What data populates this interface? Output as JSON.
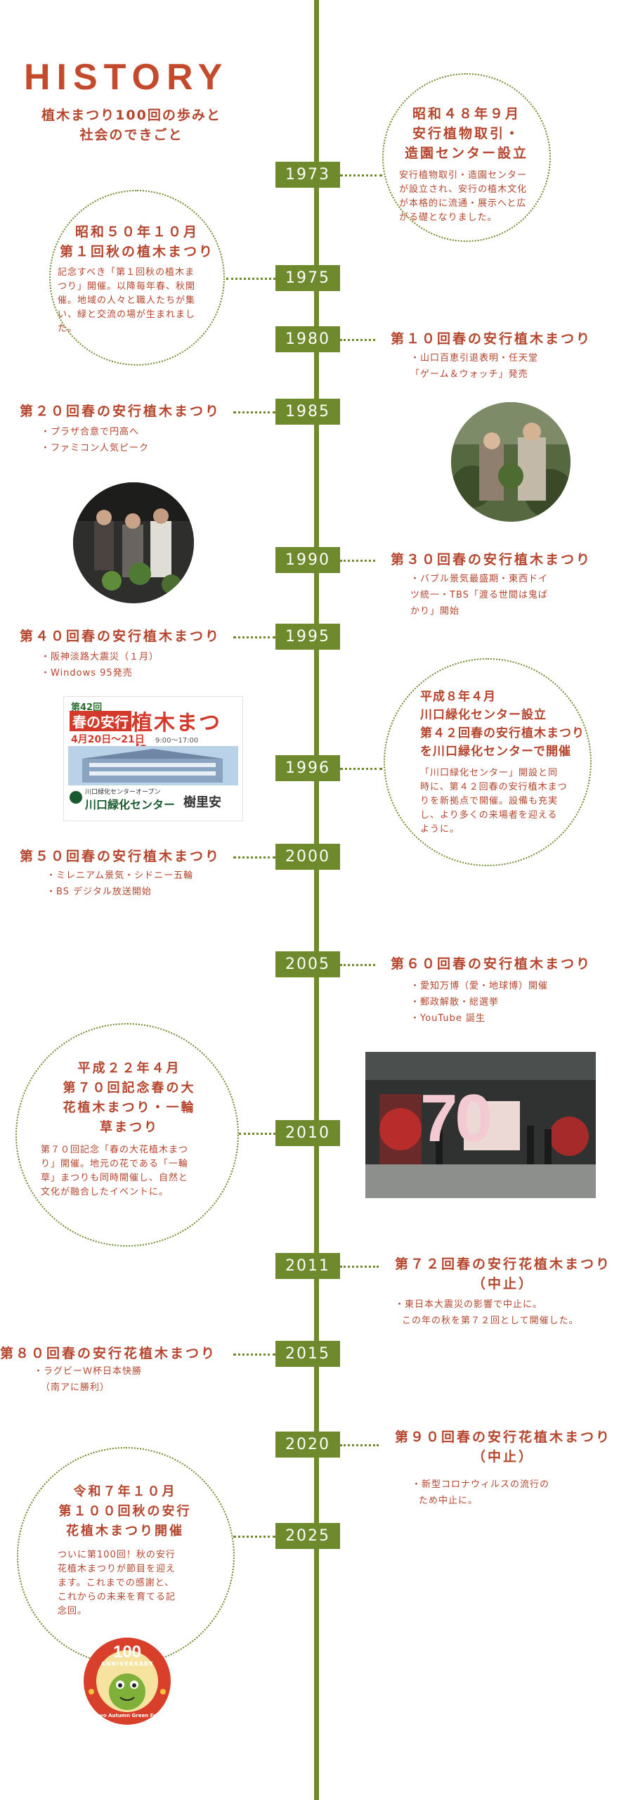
{
  "header": {
    "title": "HISTORY",
    "subtitle_line1": "植木まつり100回の歩みと",
    "subtitle_line2": "社会のできごと"
  },
  "years": [
    "1973",
    "1975",
    "1980",
    "1985",
    "1990",
    "1995",
    "1996",
    "2000",
    "2005",
    "2010",
    "2011",
    "2015",
    "2020",
    "2025"
  ],
  "events": {
    "e1973": {
      "title_lines": [
        "昭和４８年９月",
        "安行植物取引・",
        "造園センター設立"
      ],
      "body_lines": [
        "安行植物取引・造園センター",
        "が設立され、安行の植木文化",
        "が本格的に流通・展示へと広",
        "がる礎となりました。"
      ]
    },
    "e1975": {
      "title_lines": [
        "昭和５０年１０月",
        "第１回秋の植木まつり"
      ],
      "body_lines": [
        "記念すべき「第１回秋の植木ま",
        "つり」開催。以降毎年春、秋開",
        "催。地域の人々と職人たちが集",
        "い、緑と交流の場が生まれまし",
        "た。"
      ]
    },
    "e1980": {
      "title": "第１０回春の安行植木まつり",
      "items": [
        "・山口百恵引退表明・任天堂",
        "「ゲーム＆ウォッチ」発売"
      ]
    },
    "e1985": {
      "title": "第２０回春の安行植木まつり",
      "items": [
        "・プラザ合意で円高へ",
        "・ファミコン人気ピーク"
      ]
    },
    "e1990": {
      "title": "第３０回春の安行植木まつり",
      "items": [
        "・バブル景気最盛期・東西ドイ",
        "ツ統一・TBS「渡る世間は鬼ば",
        "かり」開始"
      ]
    },
    "e1995": {
      "title": "第４０回春の安行植木まつり",
      "items": [
        "・阪神淡路大震災（１月）",
        "・Windows 95発売"
      ]
    },
    "e1996": {
      "title_lines": [
        "平成８年４月",
        "川口緑化センター設立",
        "第４２回春の安行植木まつり",
        "を川口緑化センターで開催"
      ],
      "body_lines": [
        "「川口緑化センター」開設と同",
        "時に、第４２回春の安行植木まつ",
        "りを新拠点で開催。設備も充実",
        "し、より多くの来場者を迎える",
        "ように。"
      ]
    },
    "e2000": {
      "title": "第５０回春の安行植木まつり",
      "items": [
        "・ミレニアム景気・シドニー五輪",
        "・BS デジタル放送開始"
      ]
    },
    "e2005": {
      "title": "第６０回春の安行植木まつり",
      "items": [
        "・愛知万博（愛・地球博）開催",
        "・郵政解散・総選挙",
        "・YouTube 誕生"
      ]
    },
    "e2010": {
      "title_lines": [
        "平成２２年４月",
        "第７０回記念春の大",
        "花植木まつり・一輪",
        "草まつり"
      ],
      "body_lines": [
        "第７０回記念「春の大花植木まつ",
        "り」開催。地元の花である「一輪",
        "草」まつりも同時開催し、自然と",
        "文化が融合したイベントに。"
      ]
    },
    "e2011": {
      "title_lines": [
        "第７２回春の安行花植木まつり",
        "（中止）"
      ],
      "items": [
        "・東日本大震災の影響で中止に。",
        "この年の秋を第７２回として開催した。"
      ]
    },
    "e2015": {
      "title": "第８０回春の安行花植木まつり",
      "items": [
        "・ラグビーＷ杯日本快勝",
        "（南アに勝利）"
      ]
    },
    "e2020": {
      "title_lines": [
        "第９０回春の安行花植木まつり",
        "（中止）"
      ],
      "items": [
        "・新型コロナウィルスの流行の",
        "ため中止に。"
      ]
    },
    "e2025": {
      "title_lines": [
        "令和７年１０月",
        "第１００回秋の安行",
        "花植木まつり開催"
      ],
      "body_lines": [
        "ついに第100回！秋の安行",
        "花植木まつりが節目を迎え",
        "ます。これまでの感謝と、",
        "これからの未来を育てる記",
        "念回。"
      ]
    }
  },
  "poster": {
    "badge": "第42回",
    "headline_a": "春の安行",
    "headline_b": "植木まつり",
    "dates": "4月20日〜21日",
    "hours": "9:00〜17:00",
    "venue": "川口緑化センター",
    "venue_note": "川口緑化センターオープン",
    "shop": "樹里安"
  },
  "stage_photo": {
    "number": "70"
  },
  "logo": {
    "number": "100",
    "arc_top": "ANNIVERSARY",
    "arc_bottom": "Angyo Autumn Green Festa"
  },
  "colors": {
    "accent": "#b5452d",
    "line": "#6e8a2c"
  }
}
